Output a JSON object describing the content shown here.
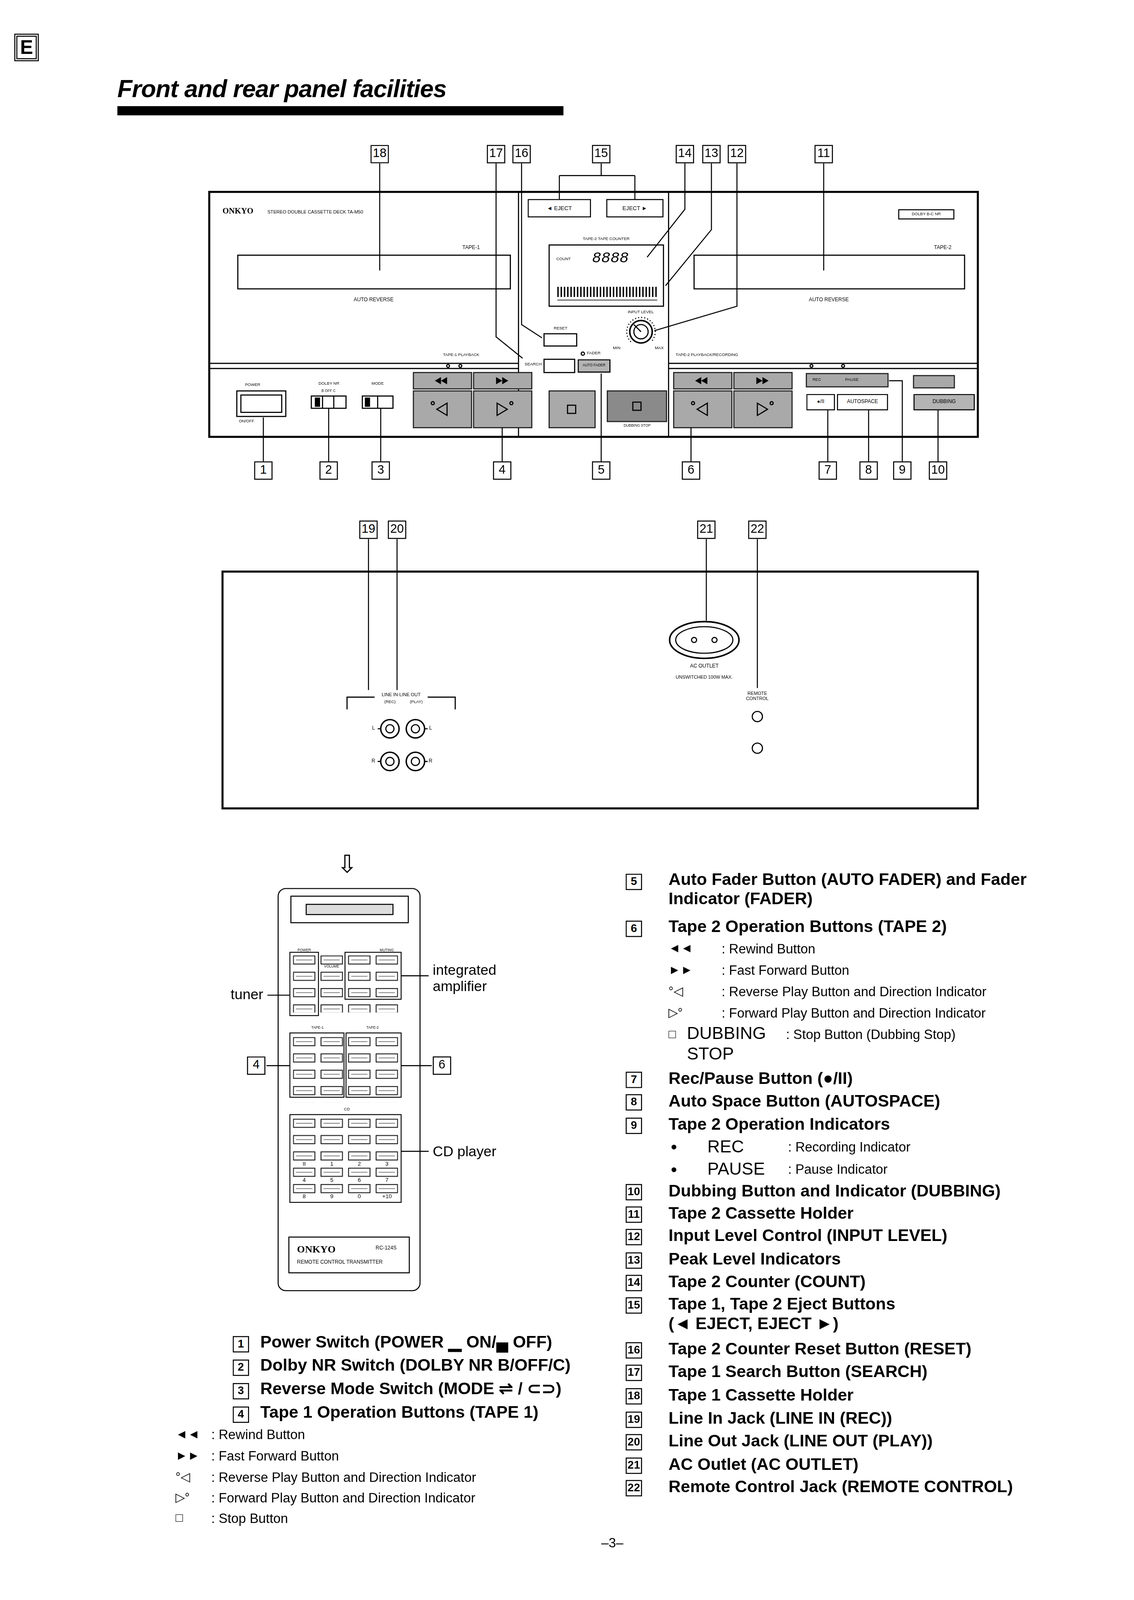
{
  "diagram": {
    "title": "Front and rear panel facilities",
    "nodes": [
      {
        "text": [
          "◄ EJECT"
        ]
      },
      {
        "text": [
          "EJECT ►"
        ]
      },
      {
        "text": [
          "DOLBY B-C NR"
        ]
      },
      {
        "text": [
          "AUTO FADER"
        ]
      },
      {
        "text": [
          "●/II"
        ]
      },
      {
        "text": [
          "AUTOSPACE"
        ]
      },
      {
        "text": [
          "DUBBING"
        ]
      },
      {
        "text": [
          "ONKYO",
          "RC-124S",
          "REMOTE CONTROL TRANSMITTER"
        ]
      }
    ],
    "labels": [
      "E",
      "18",
      "17",
      "16",
      "15",
      "14",
      "13",
      "12",
      "11",
      "1",
      "2",
      "3",
      "4",
      "5",
      "6",
      "7",
      "8",
      "9",
      "10",
      "ONKYO",
      "STEREO DOUBLE CASSETTE DECK TA-M50",
      "TAPE-1",
      "TAPE-2",
      "AUTO REVERSE",
      "AUTO REVERSE",
      "TAPE-2 TAPE COUNTER",
      "COUNT",
      "8888",
      "RESET",
      "INPUT LEVEL",
      "FADER",
      "SEARCH",
      "MIN",
      "MAX",
      "TAPE-1 PLAYBACK",
      "TAPE-2 PLAYBACK/RECORDING",
      "POWER",
      "ON/OFF",
      "DOLBY NR",
      "B OFF C",
      "MODE",
      "DUBBING STOP",
      "REC",
      "PAUSE",
      "19",
      "20",
      "21",
      "22",
      "LINE IN·LINE OUT",
      "(REC)",
      "(PLAY)",
      "L",
      "L",
      "R",
      "R",
      "AC OUTLET",
      "UNSWITCHED 100W MAX.",
      "REMOTE CONTROL",
      "⇩",
      "tuner",
      "integrated amplifier",
      "4",
      "6",
      "CD player",
      "POWER",
      "MUTING",
      "VOLUME",
      "TAPE-1",
      "TAPE-2",
      "CD",
      "II",
      "1",
      "2",
      "3",
      "4",
      "5",
      "6",
      "7",
      "8",
      "9",
      "0",
      "+10",
      "1",
      "Power Switch (POWER ▁ ON/▄ OFF)",
      "2",
      "Dolby NR Switch (DOLBY NR B/OFF/C)",
      "3",
      "Reverse Mode Switch (MODE ⇌ / ⊂⊃)",
      "4",
      "Tape 1 Operation Buttons (TAPE 1)",
      "◄◄",
      ": Rewind Button",
      "►►",
      ": Fast Forward Button",
      "°◁",
      ": Reverse Play Button and Direction Indicator",
      "▷°",
      ": Forward Play Button and Direction Indicator",
      "□",
      ": Stop Button",
      "5",
      "Auto Fader Button (AUTO FADER) and Fader Indicator (FADER)",
      "6",
      "Tape 2 Operation Buttons (TAPE 2)",
      "◄◄",
      ": Rewind Button",
      "►►",
      ": Fast Forward Button",
      "°◁",
      ": Reverse Play Button and Direction Indicator",
      "▷°",
      ": Forward Play Button and Direction Indicator",
      "□",
      "DUBBING STOP",
      ": Stop Button (Dubbing Stop)",
      "7",
      "Rec/Pause Button (●/II)",
      "8",
      "Auto Space Button (AUTOSPACE)",
      "9",
      "Tape 2 Operation Indicators",
      "●",
      "REC",
      ": Recording Indicator",
      "●",
      "PAUSE",
      ": Pause Indicator",
      "10",
      "Dubbing Button and Indicator (DUBBING)",
      "11",
      "Tape 2 Cassette Holder",
      "12",
      "Input Level Control (INPUT LEVEL)",
      "13",
      "Peak Level Indicators",
      "14",
      "Tape 2 Counter (COUNT)",
      "15",
      "Tape 1, Tape 2 Eject Buttons (◄ EJECT, EJECT ►)",
      "16",
      "Tape 2 Counter Reset Button (RESET)",
      "17",
      "Tape 1 Search Button (SEARCH)",
      "18",
      "Tape 1 Cassette Holder",
      "19",
      "Line In Jack (LINE IN (REC))",
      "20",
      "Line Out Jack (LINE OUT (PLAY))",
      "21",
      "AC Outlet (AC OUTLET)",
      "22",
      "Remote Control Jack (REMOTE CONTROL)",
      "–3–"
    ]
  }
}
